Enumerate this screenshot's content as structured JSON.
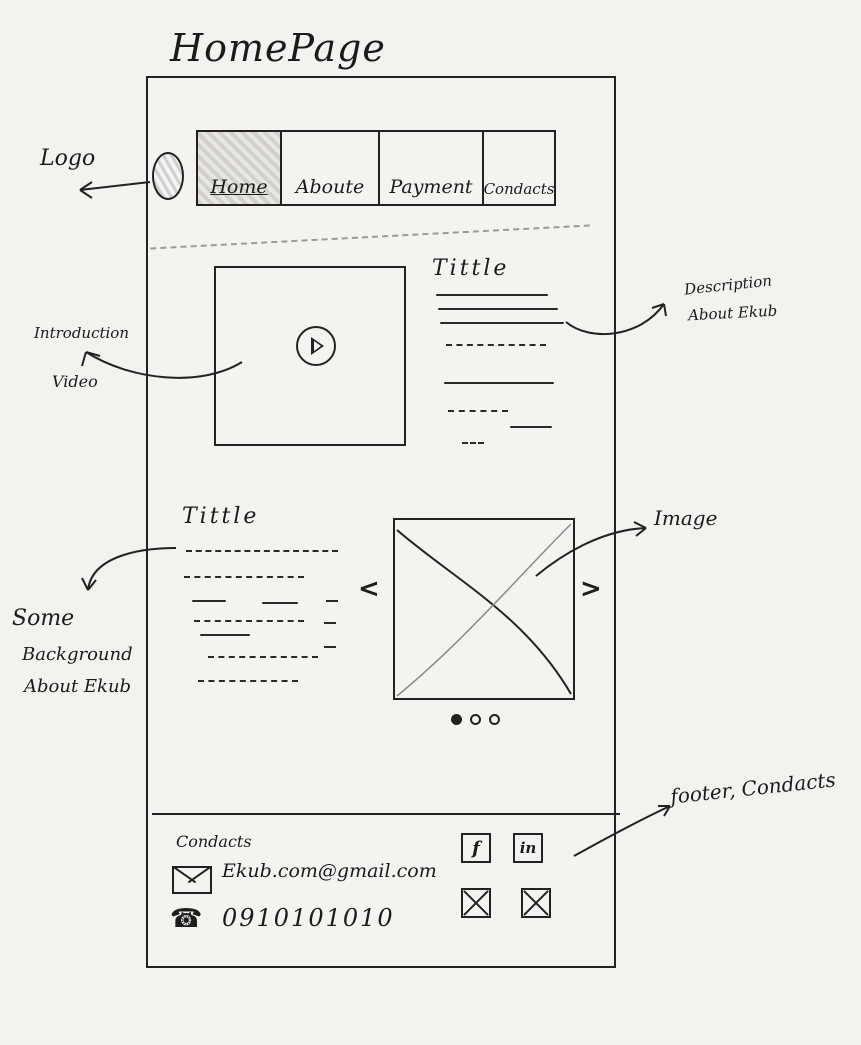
{
  "page": {
    "title": "HomePage"
  },
  "nav": {
    "items": [
      {
        "label": "Home",
        "active": true
      },
      {
        "label": "Aboute",
        "active": false
      },
      {
        "label": "Payment",
        "active": false
      },
      {
        "label": "Condacts",
        "active": false
      }
    ]
  },
  "intro": {
    "title": "Tittle"
  },
  "background": {
    "title": "Tittle"
  },
  "carousel": {
    "prev_symbol": "<",
    "next_symbol": ">",
    "dots": 3,
    "active_dot": 0
  },
  "footer": {
    "heading": "Condacts",
    "email": "Ekub.com@gmail.com",
    "phone": "0910101010",
    "social": [
      {
        "icon": "facebook-icon",
        "label": "f"
      },
      {
        "icon": "linkedin-icon",
        "label": "in"
      },
      {
        "icon": "placeholder-icon",
        "label": ""
      },
      {
        "icon": "placeholder-icon",
        "label": ""
      }
    ]
  },
  "annotations": {
    "logo": "Logo",
    "intro_video": [
      "Introduction",
      "Video"
    ],
    "description": [
      "Description",
      "About Ekub"
    ],
    "image": "Image",
    "background": [
      "Some",
      "Background",
      "About Ekub"
    ],
    "footer": "footer, Condacts"
  }
}
